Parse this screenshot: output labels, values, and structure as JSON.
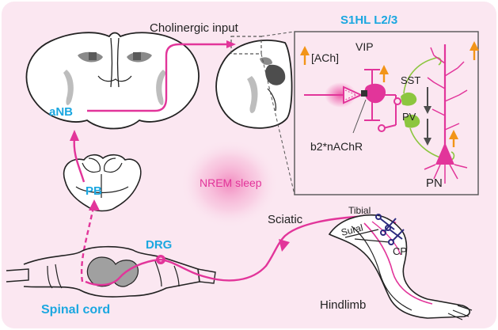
{
  "colors": {
    "background": "#fbe7f1",
    "magenta": "#e2359a",
    "cyan": "#1ba7e0",
    "orange": "#f29418",
    "green": "#8cc63f",
    "navy": "#2b2a7e",
    "gray": "#9a9a9a",
    "dark_gray": "#4d4d4d",
    "nrem_glow": "#ef6fb0"
  },
  "labels": {
    "cholinergic_input": "Cholinergic input",
    "region": "S1HL L2/3",
    "ach": "[ACh]",
    "vip": "VIP",
    "sst": "SST",
    "pv": "PV",
    "pn": "PN",
    "receptor": "b2*nAChR",
    "anb": "aNB",
    "pb": "PB",
    "nrem": "NREM sleep",
    "drg": "DRG",
    "spinal_cord": "Spinal cord",
    "sciatic": "Sciatic",
    "tibial": "Tibial",
    "sural": "Sural",
    "cp": "CP",
    "hindlimb": "Hindlimb"
  }
}
